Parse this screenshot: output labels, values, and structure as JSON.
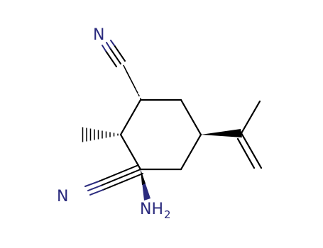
{
  "molecule": {
    "atoms": {
      "nitrile_top": {
        "symbol": "N"
      },
      "nitrile_left": {
        "symbol": "N"
      },
      "amine": {
        "symbol": "NH",
        "subscript": "2"
      }
    },
    "colors": {
      "bond": "#000000",
      "heteroatom": "#2b2b7e",
      "background": "#ffffff"
    }
  }
}
